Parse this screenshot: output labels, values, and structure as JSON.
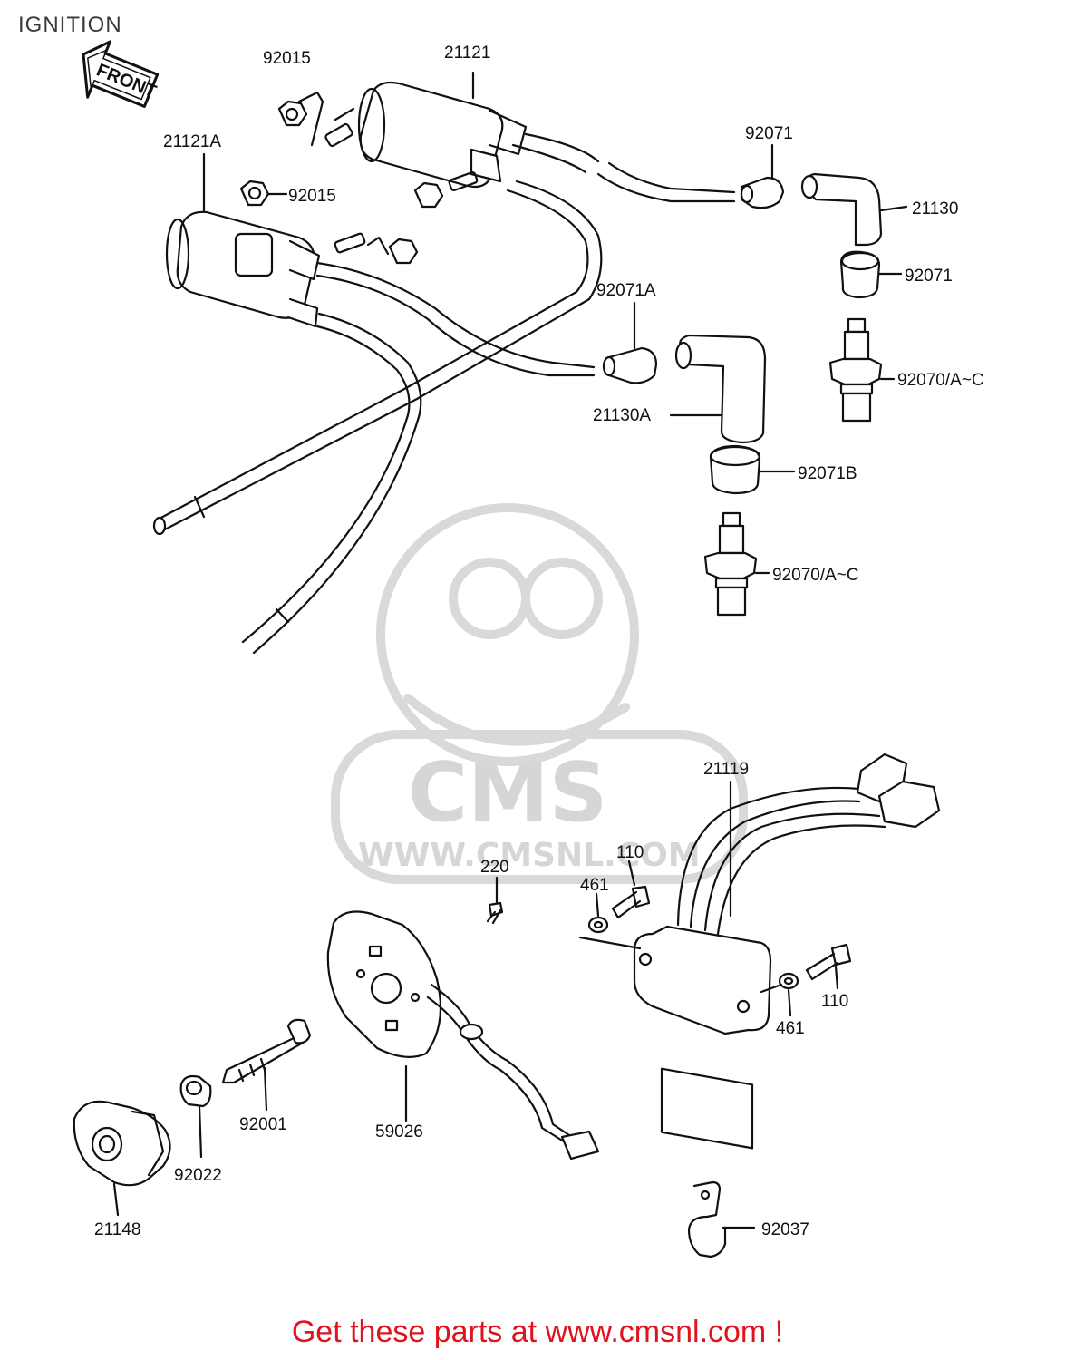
{
  "title": "IGNITION",
  "front_label": "FRONT",
  "watermark": {
    "logo_text": "CMS",
    "url_text": "WWW.CMSNL.COM"
  },
  "parts": [
    {
      "id": "92015-top",
      "label": "92015"
    },
    {
      "id": "21121",
      "label": "21121"
    },
    {
      "id": "21121A",
      "label": "21121A"
    },
    {
      "id": "92015-mid",
      "label": "92015"
    },
    {
      "id": "92071-top",
      "label": "92071"
    },
    {
      "id": "21130",
      "label": "21130"
    },
    {
      "id": "92071-mid",
      "label": "92071"
    },
    {
      "id": "92071A",
      "label": "92071A"
    },
    {
      "id": "92070-upper",
      "label": "92070/A~C"
    },
    {
      "id": "21130A",
      "label": "21130A"
    },
    {
      "id": "92071B",
      "label": "92071B"
    },
    {
      "id": "92070-lower",
      "label": "92070/A~C"
    },
    {
      "id": "21119",
      "label": "21119"
    },
    {
      "id": "220",
      "label": "220"
    },
    {
      "id": "110-top",
      "label": "110"
    },
    {
      "id": "461-top",
      "label": "461"
    },
    {
      "id": "110-right",
      "label": "110"
    },
    {
      "id": "461-right",
      "label": "461"
    },
    {
      "id": "92001",
      "label": "92001"
    },
    {
      "id": "59026",
      "label": "59026"
    },
    {
      "id": "92022",
      "label": "92022"
    },
    {
      "id": "21148",
      "label": "21148"
    },
    {
      "id": "92037",
      "label": "92037"
    }
  ],
  "footer": {
    "text": "Get these parts at www.cmsnl.com !"
  },
  "colors": {
    "footer": "#e0141e",
    "line": "#111111",
    "watermark": "#d6d6d6"
  }
}
